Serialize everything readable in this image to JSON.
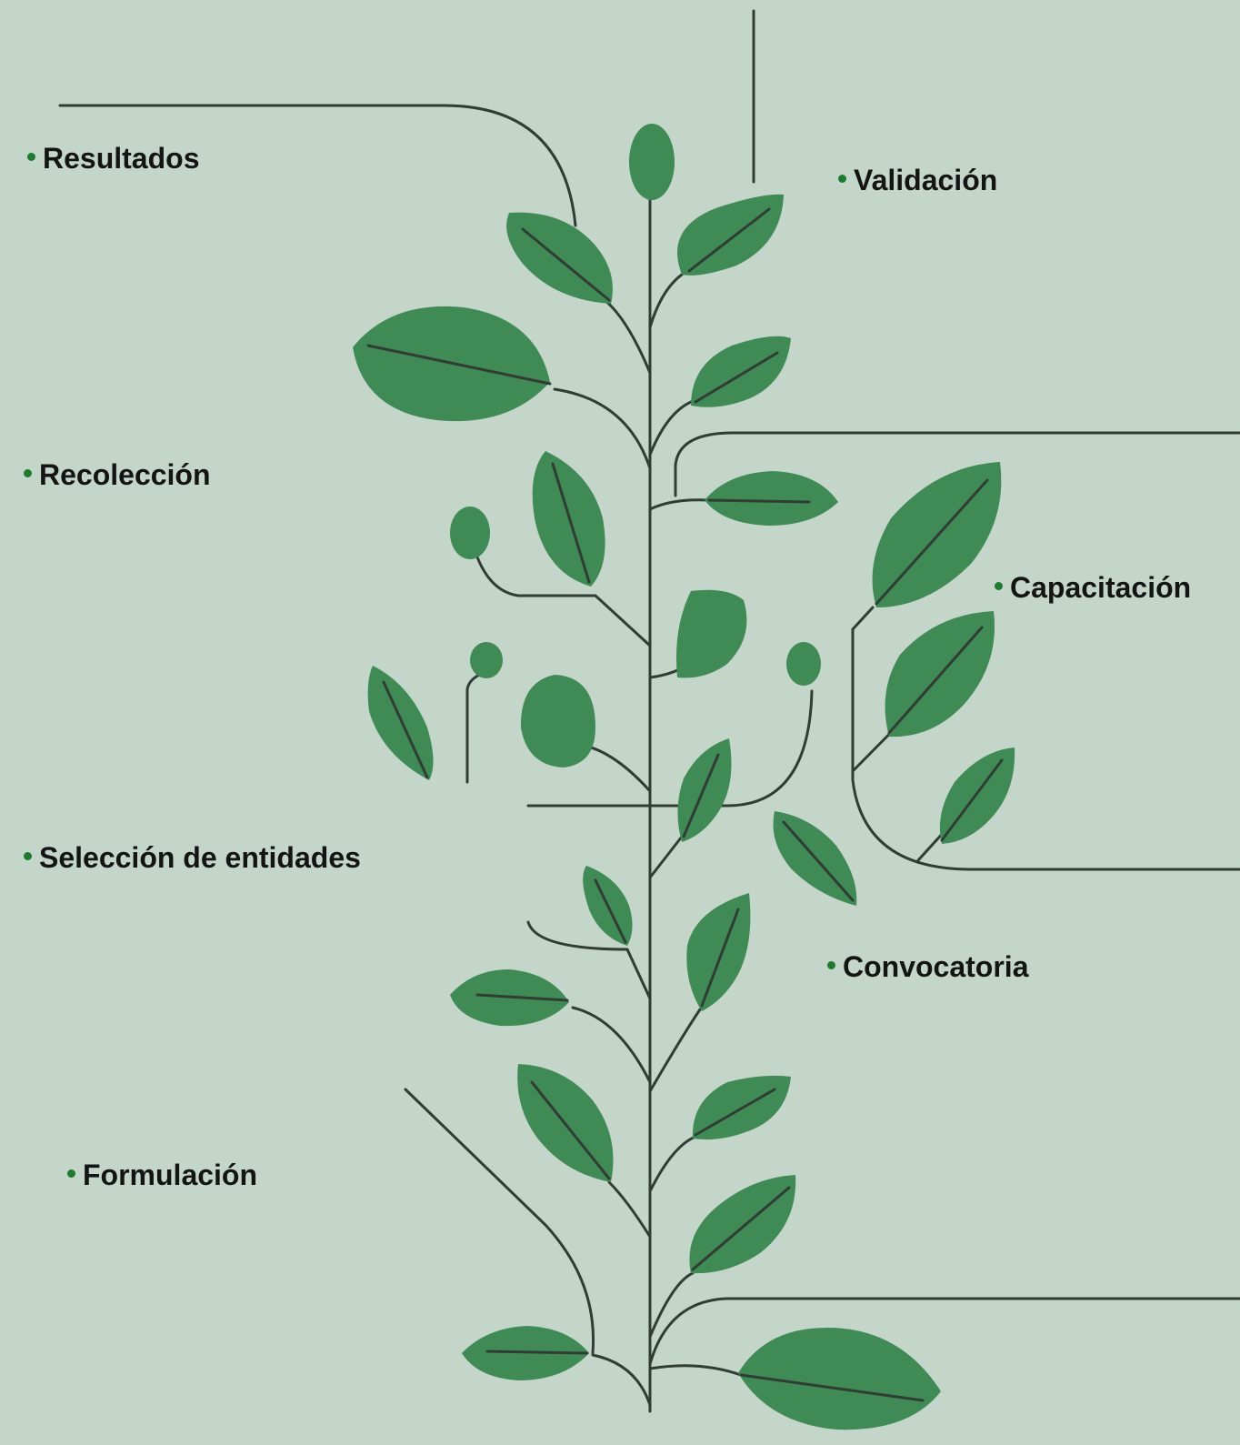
{
  "labels": {
    "resultados": "Resultados",
    "validacion": "Validación",
    "recoleccion": "Recolección",
    "capacitacion": "Capacitación",
    "seleccion": "Selección de entidades",
    "convocatoria": "Convocatoria",
    "formulacion": "Formulación"
  },
  "colors": {
    "background": "#c4d6ca",
    "leaf": "#3f8a55",
    "stem": "#2f3d35",
    "bullet": "#1e7a2e",
    "text": "#141414"
  }
}
